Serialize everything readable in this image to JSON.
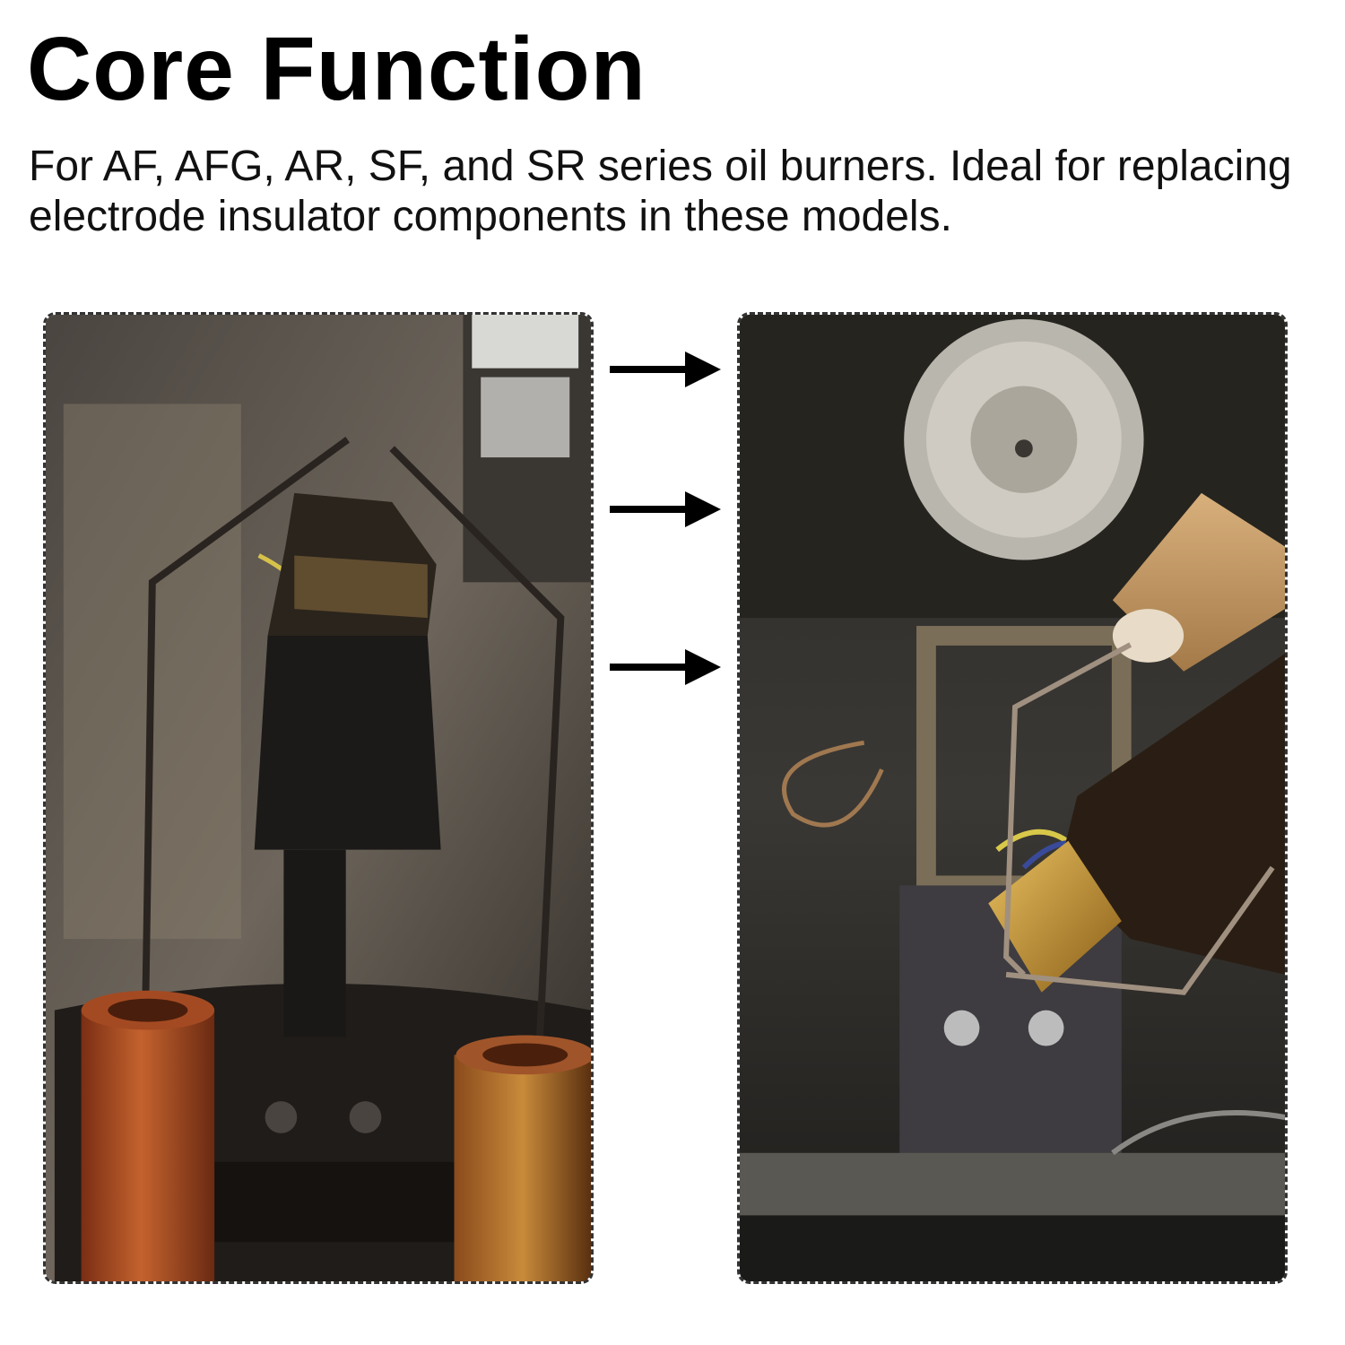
{
  "header": {
    "title": "Core Function",
    "subtitle": "For AF, AFG, AR, SF, and SR series oil burners. Ideal for replacing electrode insulator components in these models."
  },
  "photos": {
    "before": {
      "subject": "soot-covered electrode assembly"
    },
    "after": {
      "subject": "burner with new electrode insulators installed"
    }
  },
  "arrows": {
    "count": 3,
    "direction": "right"
  },
  "colors": {
    "title": "#000000",
    "frame": "#333333",
    "insulator_old": "#b4512a",
    "insulator_new": "#c8a070",
    "soot": "#1c1a18",
    "brass": "#c8952c"
  }
}
